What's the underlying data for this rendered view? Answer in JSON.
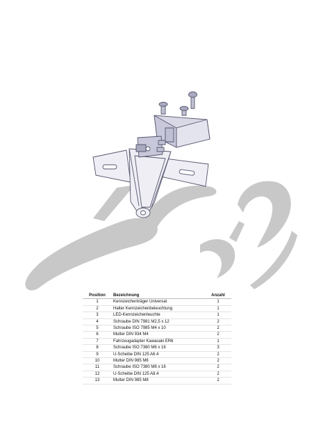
{
  "table": {
    "headers": {
      "position": "Position",
      "description": "Bezeichnung",
      "quantity": "Anzahl"
    },
    "rows": [
      {
        "position": "1",
        "description": "Kennzeichenträger Universal",
        "quantity": "1"
      },
      {
        "position": "2",
        "description": "Halter Kennzeichenbeleuchtung",
        "quantity": "1"
      },
      {
        "position": "3",
        "description": "LED-Kennzeichenleuchte",
        "quantity": "1"
      },
      {
        "position": "4",
        "description": "Schraube DIN 7981 M2,5 x 12",
        "quantity": "2"
      },
      {
        "position": "5",
        "description": "Schraube ISO 7985 M4 x 10",
        "quantity": "2"
      },
      {
        "position": "6",
        "description": "Mutter DIN 934 M4",
        "quantity": "2"
      },
      {
        "position": "7",
        "description": "Fahrzeugadapter Kawasaki ER6",
        "quantity": "1"
      },
      {
        "position": "8",
        "description": "Schraube ISO 7380 M6 x 16",
        "quantity": "3"
      },
      {
        "position": "9",
        "description": "U-Scheibe DIN 125 A6.4",
        "quantity": "2"
      },
      {
        "position": "10",
        "description": "Mutter DIN 985 M6",
        "quantity": "2"
      },
      {
        "position": "11",
        "description": "Schraube ISO 7380 M8 x 16",
        "quantity": "2"
      },
      {
        "position": "12",
        "description": "U-Scheibe DIN 125 A8.4",
        "quantity": "2"
      },
      {
        "position": "13",
        "description": "Mutter DIN 985 M8",
        "quantity": "2"
      }
    ]
  },
  "colors": {
    "watermark": "#c8c8c8",
    "part_outline": "#55556e",
    "part_fill": "#d9d9e6",
    "part_face": "#eeeef4",
    "table_border": "#e3e3e3"
  },
  "icons": [
    "logo-watermark",
    "bracket-drawing"
  ]
}
